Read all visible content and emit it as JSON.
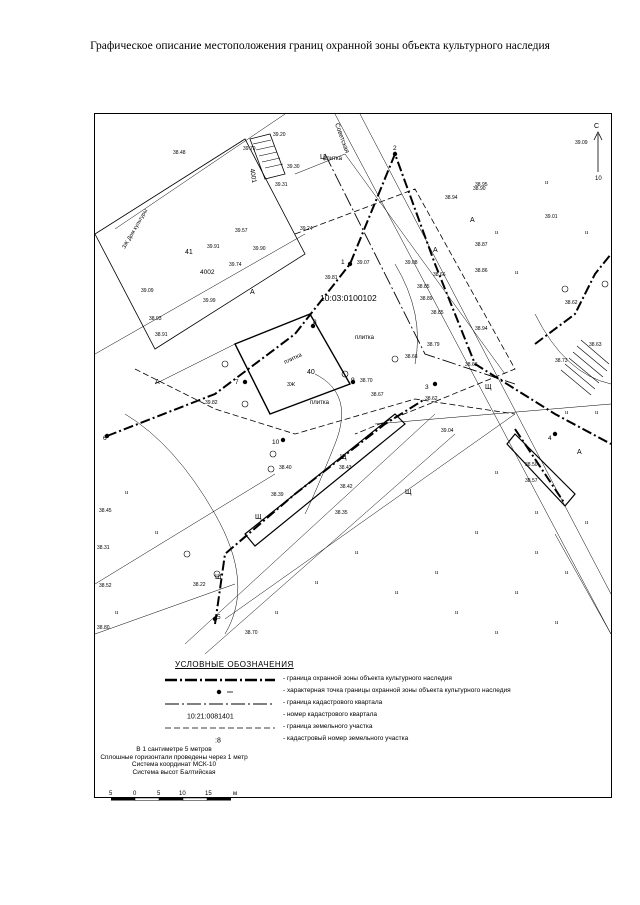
{
  "title": "Графическое описание местоположения границ охранной зоны объекта культурного наследия",
  "map": {
    "cadastral_quarter": "10:03:0100102",
    "building_number": "41",
    "building_number_2": "40",
    "building_label": "3Ж Дом культуры",
    "building_label_2": "3Ж",
    "street_name": "Советская",
    "surface_labels": [
      "плитка",
      "плитка",
      "плитка",
      "плитка"
    ],
    "boundary_points": [
      "1",
      "2",
      "3",
      "4",
      "5",
      "6",
      "7",
      "8",
      "9",
      "10"
    ],
    "parcel_labels": [
      "4002",
      "4001",
      "Ц"
    ],
    "zone_letters": [
      "А",
      "А",
      "А",
      "А",
      "А",
      "Щ",
      "Щ",
      "Щ",
      "Щ",
      "Щ"
    ],
    "north_label": "С",
    "north_value": "10",
    "elevations": [
      "39.20",
      "39.30",
      "38.48",
      "39.79",
      "39.31",
      "39.57",
      "39.90",
      "39.91",
      "39.99",
      "39.09",
      "38.93",
      "38.91",
      "39.24",
      "39.74",
      "39.82",
      "39.81",
      "39.07",
      "39.08",
      "38.66",
      "38.95",
      "38.94",
      "38.86",
      "38.89",
      "38.85",
      "38.90",
      "38.87",
      "38.85",
      "38.94",
      "38.79",
      "38.70",
      "38.66",
      "38.63",
      "38.62",
      "38.67",
      "38.43",
      "38.40",
      "38.42",
      "38.35",
      "38.31",
      "38.52",
      "38.22",
      "38.39",
      "38.45",
      "38.80",
      "38.70",
      "39.01",
      "38.73",
      "38.62",
      "38.57",
      "38.63",
      "39.04",
      "39.09",
      "38.50"
    ]
  },
  "legend": {
    "title": "УСЛОВНЫЕ ОБОЗНАЧЕНИЯ",
    "items": [
      {
        "symbol": "zone-boundary",
        "text": "- граница охранной зоны объекта культурного наследия"
      },
      {
        "symbol": "characteristic-point",
        "text": "- характерная точка границы охранной зоны объекта культурного наследия"
      },
      {
        "symbol": "cadastral-quarter-boundary",
        "text": "- граница кадастрового квартала"
      },
      {
        "symbol": "cadastral-quarter-number",
        "label": "10:21:0081401",
        "text": "- номер кадастрового квартала"
      },
      {
        "symbol": "parcel-boundary",
        "text": "- граница земельного участка"
      },
      {
        "symbol": "parcel-number",
        "label": ":8",
        "text": "- кадастровый номер земельного участка"
      }
    ]
  },
  "scale": {
    "line1": "В 1 сантиметре 5 метров",
    "line2": "Сплошные горизонтали проведены через 1 метр",
    "line3": "Система координат МСК-10",
    "line4": "Система высот Балтийская",
    "ticks": [
      "5",
      "0",
      "5",
      "10",
      "15",
      "м"
    ]
  }
}
